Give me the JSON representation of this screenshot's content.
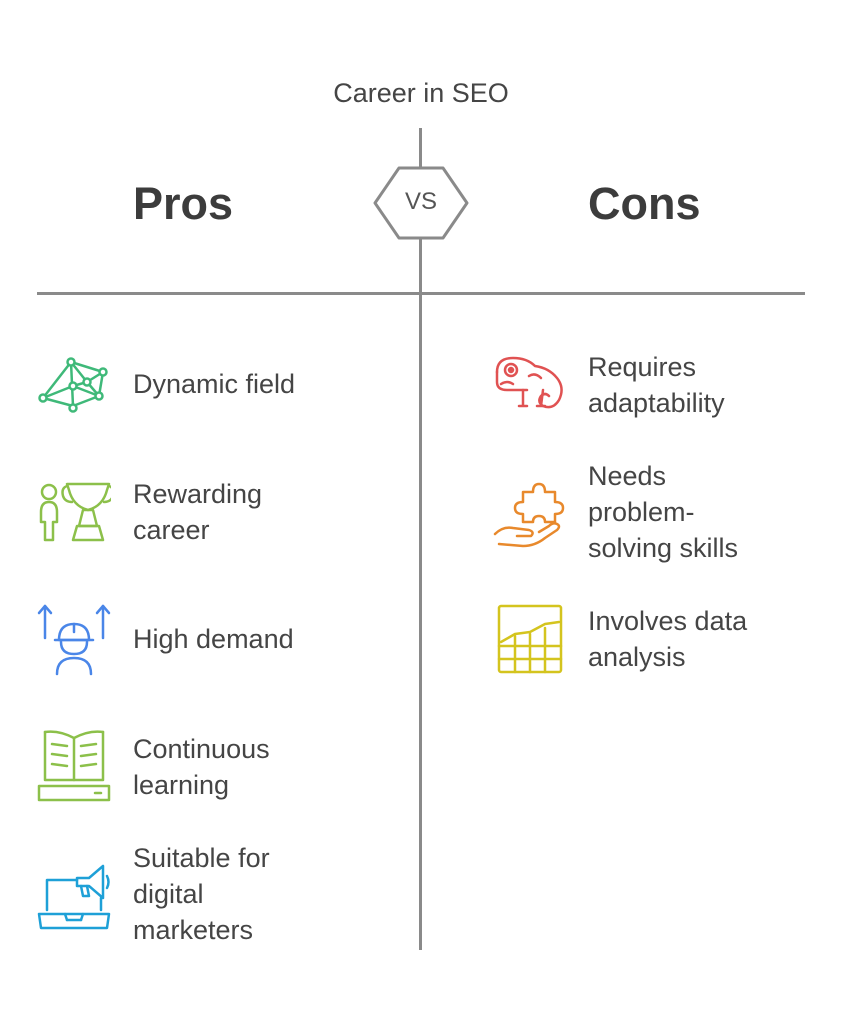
{
  "title": "Career in SEO",
  "vs_label": "VS",
  "pros": {
    "heading": "Pros",
    "items": [
      {
        "label_lines": [
          "Dynamic field"
        ],
        "icon": "network-icon",
        "color": "#3fb979"
      },
      {
        "label_lines": [
          "Rewarding",
          "career"
        ],
        "icon": "trophy-person-icon",
        "color": "#8cc04a"
      },
      {
        "label_lines": [
          "High demand"
        ],
        "icon": "worker-arrows-icon",
        "color": "#4a86e8"
      },
      {
        "label_lines": [
          "Continuous",
          "learning"
        ],
        "icon": "open-book-icon",
        "color": "#8cc04a"
      },
      {
        "label_lines": [
          "Suitable for",
          "digital",
          "marketers"
        ],
        "icon": "laptop-megaphone-icon",
        "color": "#1ea0d7"
      }
    ]
  },
  "cons": {
    "heading": "Cons",
    "items": [
      {
        "label_lines": [
          "Requires",
          "adaptability"
        ],
        "icon": "chameleon-icon",
        "color": "#e05252"
      },
      {
        "label_lines": [
          "Needs",
          "problem-",
          "solving skills"
        ],
        "icon": "puzzle-hand-icon",
        "color": "#e8892c"
      },
      {
        "label_lines": [
          "Involves data",
          "analysis"
        ],
        "icon": "spreadsheet-chart-icon",
        "color": "#d4c41e"
      }
    ]
  }
}
